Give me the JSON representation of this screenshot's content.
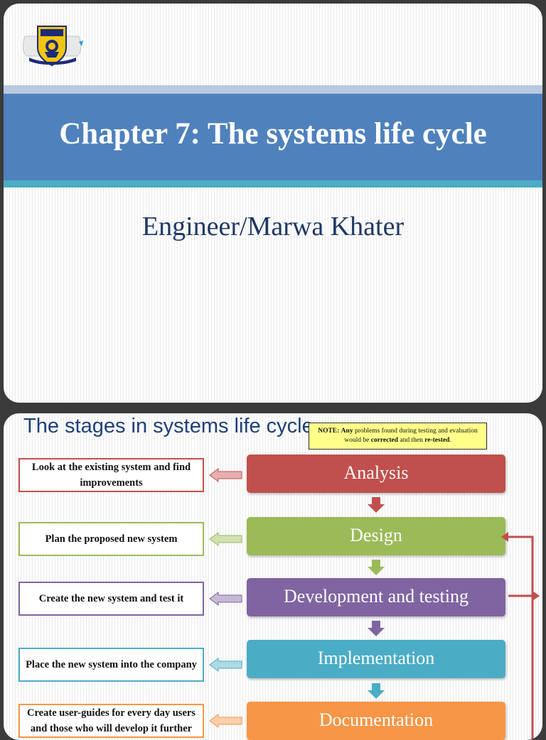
{
  "slide1": {
    "title": "Chapter 7: The systems life cycle",
    "subtitle": "Engineer/Marwa Khater"
  },
  "slide2": {
    "title": "The stages in systems life cycle",
    "note": {
      "label": "NOTE:",
      "any": "Any",
      "text1": " problems found during testing and evaluation would be ",
      "corrected": "corrected",
      "text2": " and then ",
      "retested": "re-tested",
      "text3": "."
    },
    "stages": [
      {
        "name": "Analysis",
        "color": "#c0504d",
        "description": "Look at the existing system and find improvements"
      },
      {
        "name": "Design",
        "color": "#9bbb59",
        "description": "Plan the proposed new system"
      },
      {
        "name": "Development and testing",
        "color": "#8064a2",
        "description": "Create the new system and test it"
      },
      {
        "name": "Implementation",
        "color": "#4bacc6",
        "description": "Place the new system into the company"
      },
      {
        "name": "Documentation",
        "color": "#f79646",
        "description": "Create user-guides for every day users and those who will develop it further"
      }
    ],
    "loop_arrow_color": "#c0504d"
  }
}
